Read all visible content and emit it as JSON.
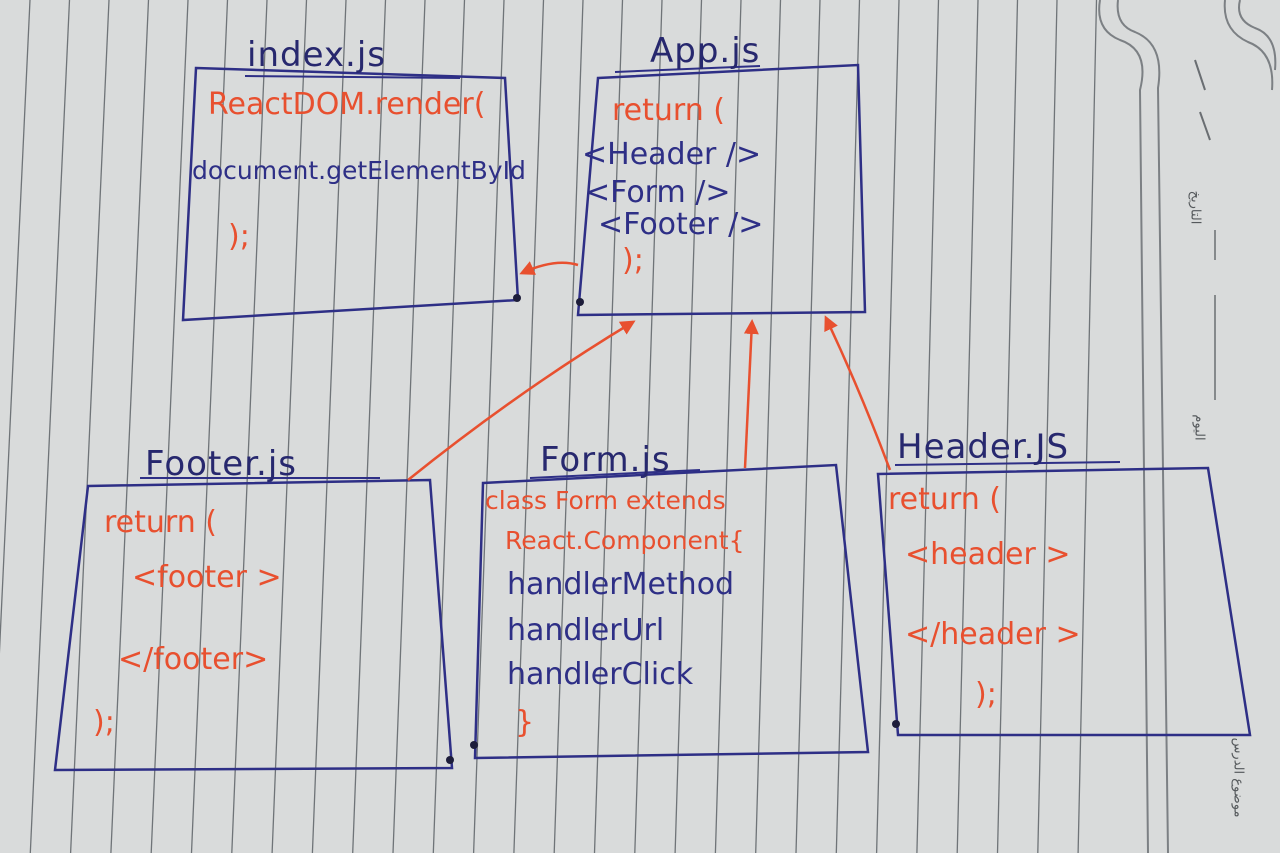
{
  "colors": {
    "paper": "#d9dbdb",
    "ruled_line": "#6f7478",
    "box_ink": "#2e2f86",
    "arrow_ink": "#e8502f",
    "text_red": "#e8502f",
    "text_blue": "#2e2f86"
  },
  "boxes": {
    "index": {
      "title": "index.js",
      "lines": [
        "ReactDOM.render(",
        "document.getElementById",
        ");"
      ]
    },
    "app": {
      "title": "App.js",
      "lines": [
        "return (",
        "<Header />",
        "<Form />",
        "<Footer />",
        ");"
      ]
    },
    "footer": {
      "title": "Footer.js",
      "lines": [
        "return (",
        "<footer >",
        "</footer>",
        ");"
      ]
    },
    "form": {
      "title": "Form.js",
      "lines": [
        "class Form extends",
        "React.Component{",
        "handlerMethod",
        "handlerUrl",
        "handlerClick",
        "}"
      ]
    },
    "header": {
      "title": "Header.JS",
      "lines": [
        "return (",
        "<header >",
        "</header >",
        ");"
      ]
    }
  },
  "margin": {
    "date_label": "التاريخ",
    "day_label": "اليوم",
    "subject_label": "موضوع الدرس"
  },
  "connections": [
    {
      "from": "app",
      "to": "index"
    },
    {
      "from": "footer",
      "to": "app"
    },
    {
      "from": "form",
      "to": "app"
    },
    {
      "from": "header",
      "to": "app"
    }
  ]
}
